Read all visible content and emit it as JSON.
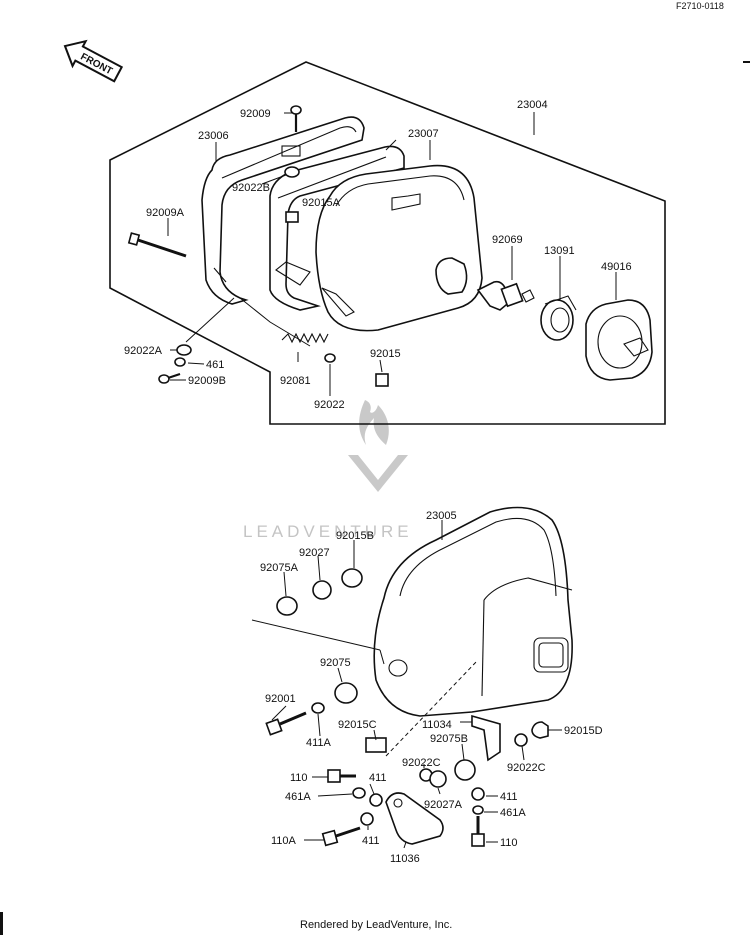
{
  "diagram_code": "F2710-0118",
  "front_label": "FRONT",
  "watermark_text": "LEADVENTURE",
  "footer_text": "Rendered by LeadVenture, Inc.",
  "parts": {
    "p23004": "23004",
    "p23006": "23006",
    "p23007": "23007",
    "p92009": "92009",
    "p92022B": "92022B",
    "p92015A": "92015A",
    "p92009A": "92009A",
    "p92069": "92069",
    "p13091": "13091",
    "p49016": "49016",
    "p92022A": "92022A",
    "p461": "461",
    "p92009B": "92009B",
    "p92081": "92081",
    "p92015": "92015",
    "p92022": "92022",
    "p23005": "23005",
    "p92015B": "92015B",
    "p92027": "92027",
    "p92075A": "92075A",
    "p92075": "92075",
    "p92001": "92001",
    "p411A": "411A",
    "p92015C": "92015C",
    "p11034": "11034",
    "p92015D": "92015D",
    "p92075B": "92075B",
    "p92022C_left": "92022C",
    "p92022C_right": "92022C",
    "p110": "110",
    "p411_upper": "411",
    "p461A_left": "461A",
    "p92027A": "92027A",
    "p411_right": "411",
    "p461A_right": "461A",
    "p110A": "110A",
    "p411_lower": "411",
    "p11036": "11036",
    "p110_right": "110"
  }
}
